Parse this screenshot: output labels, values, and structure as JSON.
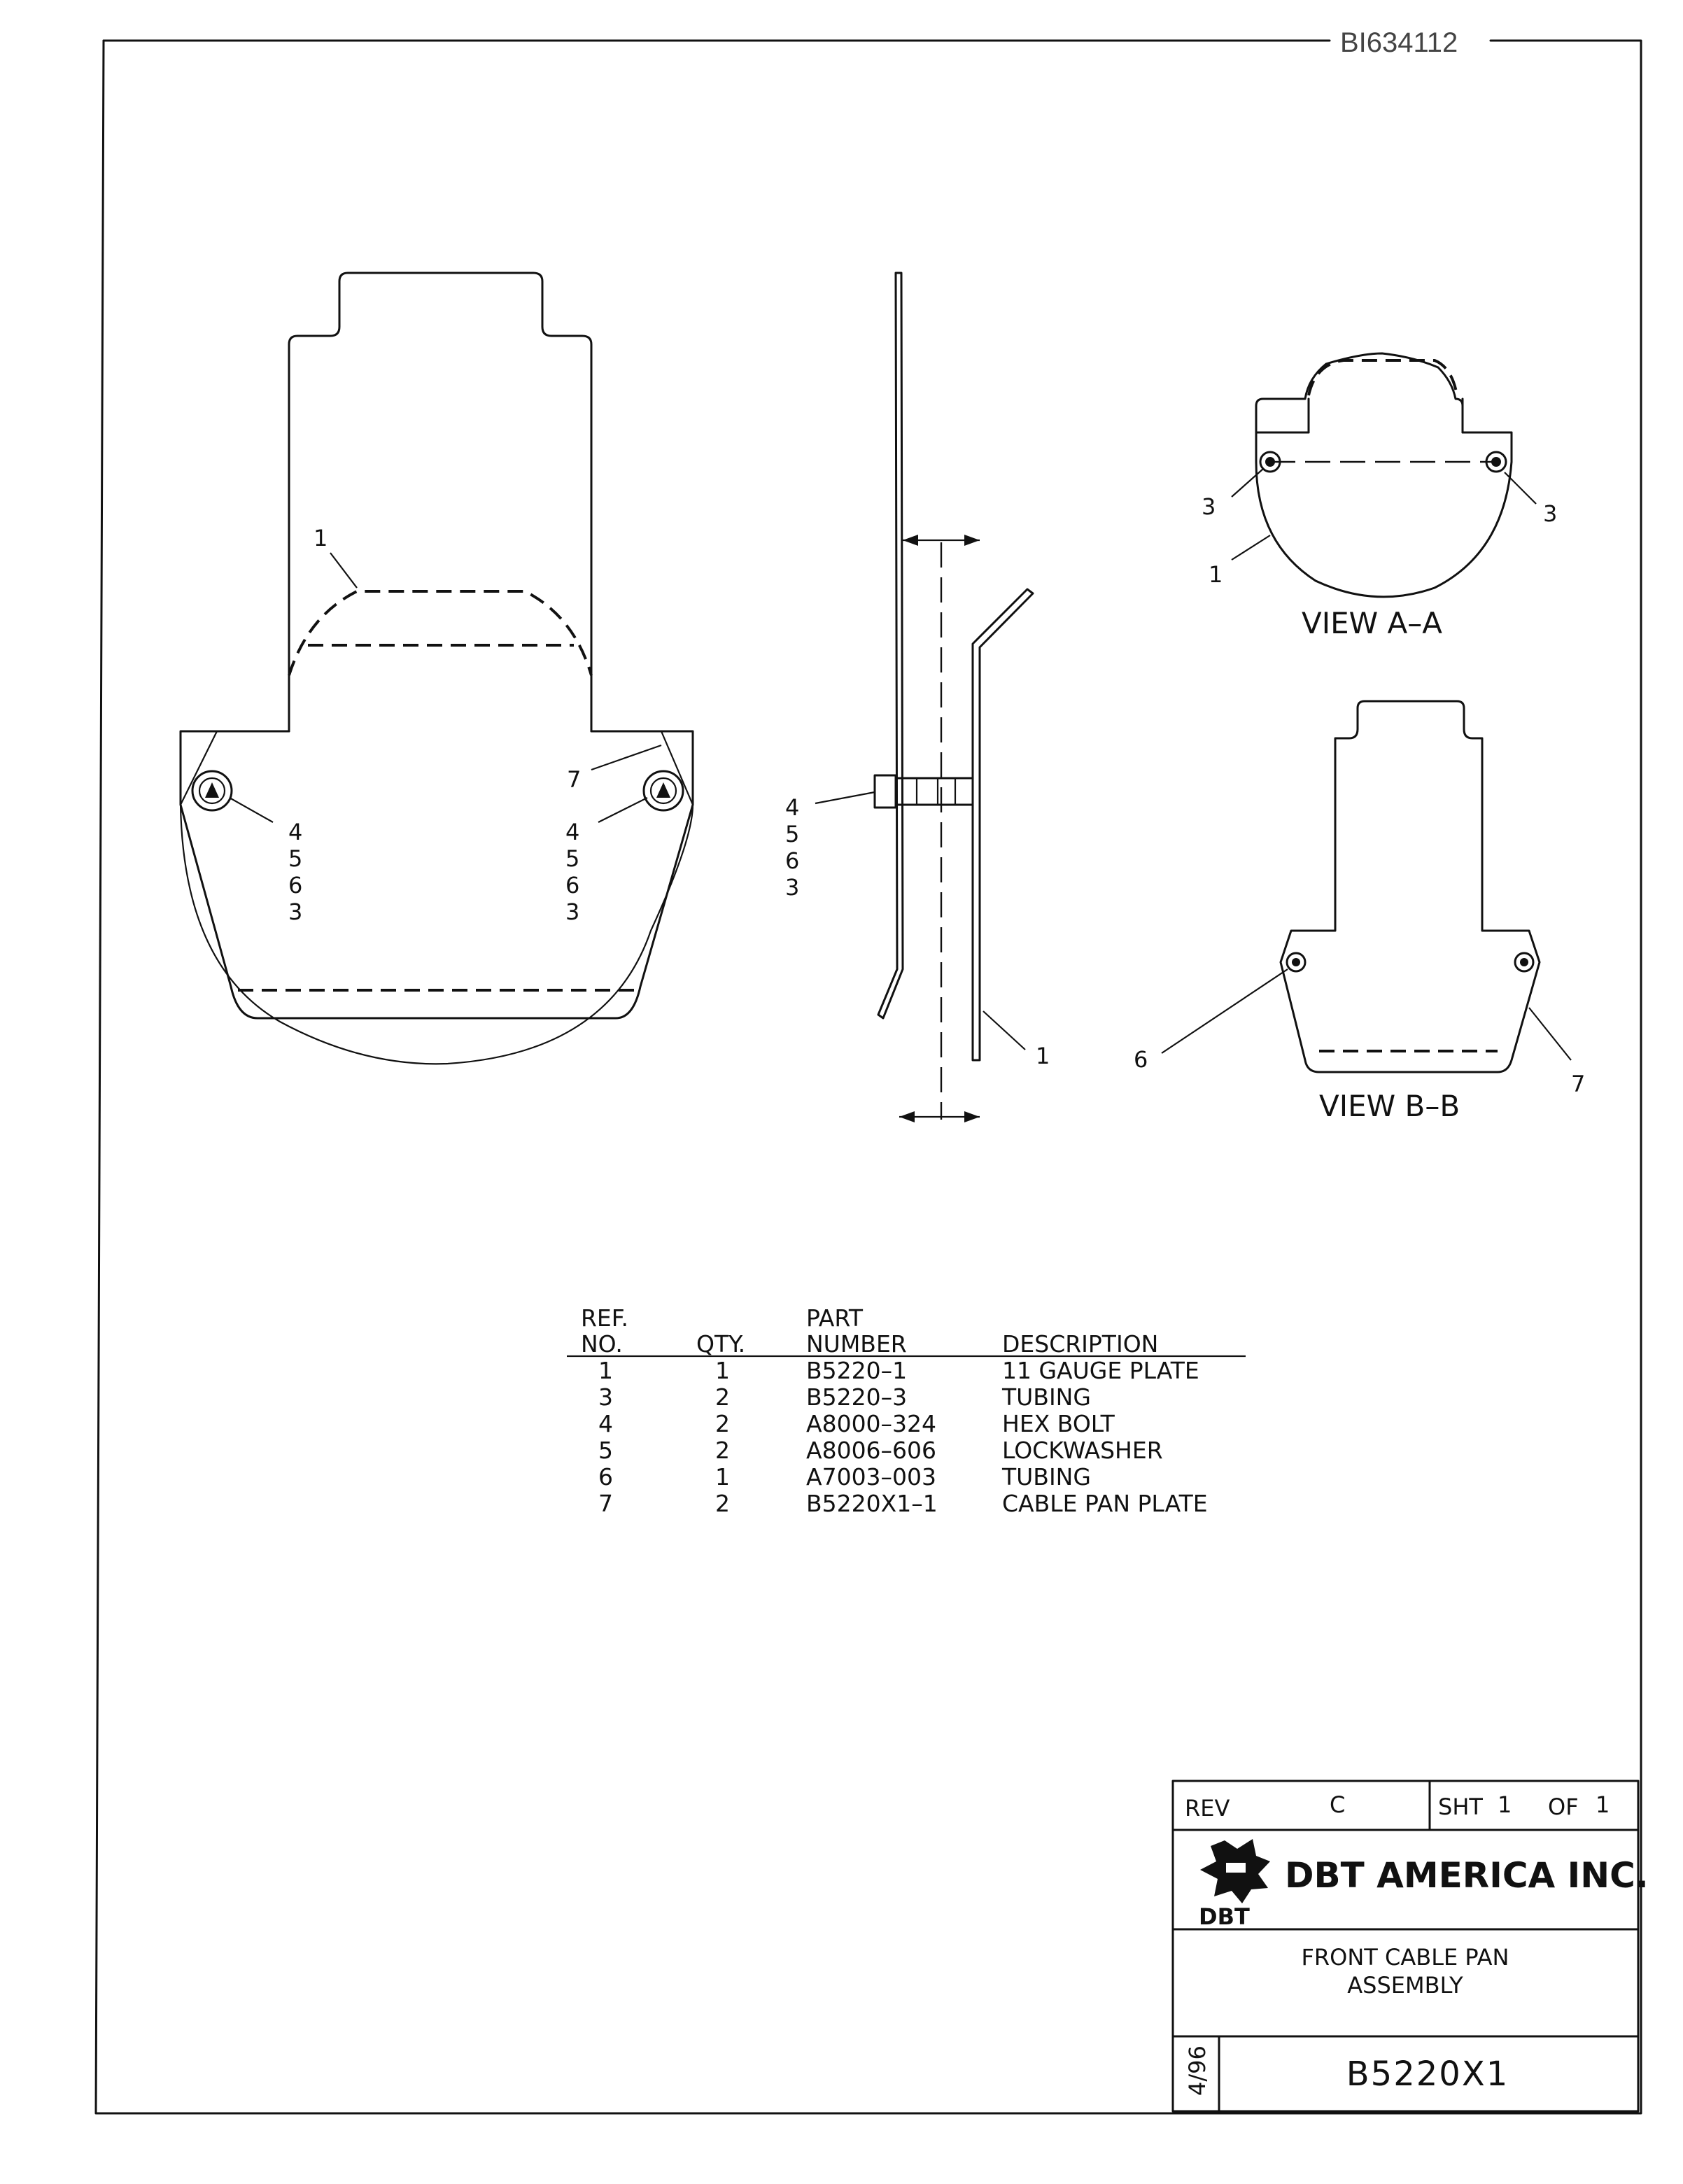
{
  "document_id": "BI634112",
  "leaders": {
    "front_view": {
      "ref_plate": "1",
      "ref_cable_pan": "7",
      "left_stack": [
        "4",
        "5",
        "6",
        "3"
      ],
      "right_stack": [
        "4",
        "5",
        "6",
        "3"
      ]
    },
    "side_view": {
      "stack": [
        "4",
        "5",
        "6",
        "3"
      ],
      "ref_plate": "1"
    },
    "view_a": {
      "title": "VIEW A–A",
      "ref_tube_left": "3",
      "ref_tube_right": "3",
      "ref_plate": "1"
    },
    "view_b": {
      "title": "VIEW B–B",
      "ref_tubing": "6",
      "ref_cable_pan": "7"
    }
  },
  "parts_list": {
    "headers": {
      "ref_line1": "REF.",
      "ref_line2": "NO.",
      "qty": "QTY.",
      "part_line1": "PART",
      "part_line2": "NUMBER",
      "description": "DESCRIPTION"
    },
    "rows": [
      {
        "ref": "1",
        "qty": "1",
        "part": "B5220–1",
        "desc": "11  GAUGE  PLATE"
      },
      {
        "ref": "3",
        "qty": "2",
        "part": "B5220–3",
        "desc": "TUBING"
      },
      {
        "ref": "4",
        "qty": "2",
        "part": "A8000–324",
        "desc": "HEX  BOLT"
      },
      {
        "ref": "5",
        "qty": "2",
        "part": "A8006–606",
        "desc": "LOCKWASHER"
      },
      {
        "ref": "6",
        "qty": "1",
        "part": "A7003–003",
        "desc": "TUBING"
      },
      {
        "ref": "7",
        "qty": "2",
        "part": "B5220X1–1",
        "desc": "CABLE  PAN  PLATE"
      }
    ]
  },
  "title_block": {
    "rev_label": "REV",
    "rev_value": "C",
    "sheet_label": "SHT",
    "sheet_value": "1",
    "of_label": "OF",
    "of_value": "1",
    "company": "DBT AMERICA INC.",
    "logo_text": "DBT",
    "title_line1": "FRONT  CABLE  PAN",
    "title_line2": "ASSEMBLY",
    "date": "4/96",
    "drawing_number": "B5220X1"
  }
}
